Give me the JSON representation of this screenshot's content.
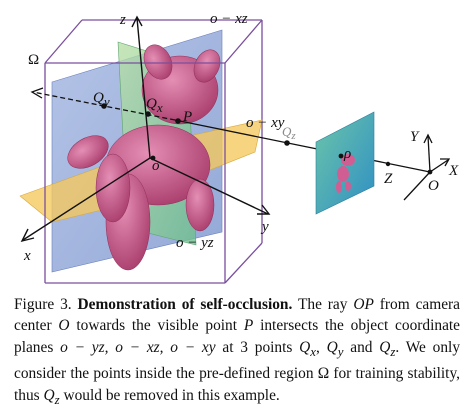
{
  "figure": {
    "labels": {
      "z_axis": "z",
      "x_axis": "x",
      "y_axis": "y",
      "plane_xz": "o − xz",
      "plane_xy": "o − xy",
      "plane_yz": "o − yz",
      "region": "Ω",
      "q_y": "Q",
      "q_y_sub": "y",
      "q_x": "Q",
      "q_x_sub": "x",
      "q_z": "Q",
      "q_z_sub": "z",
      "point_p": "P",
      "origin_o": "o",
      "image_point": "ρ",
      "cam_y": "Y",
      "cam_x": "X",
      "cam_z": "Z",
      "cam_o": "O"
    },
    "colors": {
      "plane_xz": "#8fa6d8",
      "plane_yz": "#9fd39a",
      "plane_xy": "#f5c85c",
      "box": "#7a4f9e",
      "object": "#c0517f",
      "image_plane": "#3fae9e"
    }
  },
  "caption": {
    "prefix": "Figure 3. ",
    "title": "Demonstration of self-occlusion.",
    "t1": " The ray ",
    "m_op": "OP",
    "t2": " from camera center ",
    "m_o": "O",
    "t3": " towards the visible point ",
    "m_p": "P",
    "t4": " intersects the object coordinate planes ",
    "m_planes": "o − yz, o − xz, o − xy",
    "t5": " at 3 points ",
    "m_qx": "Q",
    "m_qx_sub": "x",
    "t6": ", ",
    "m_qy": "Q",
    "m_qy_sub": "y",
    "t7": " and ",
    "m_qz": "Q",
    "m_qz_sub": "z",
    "t8": ". We only consider the points inside the pre-defined region ",
    "m_omega": "Ω",
    "t9": " for training stability, thus ",
    "m_qz2": "Q",
    "m_qz2_sub": "z",
    "t10": " would be removed in this example."
  }
}
